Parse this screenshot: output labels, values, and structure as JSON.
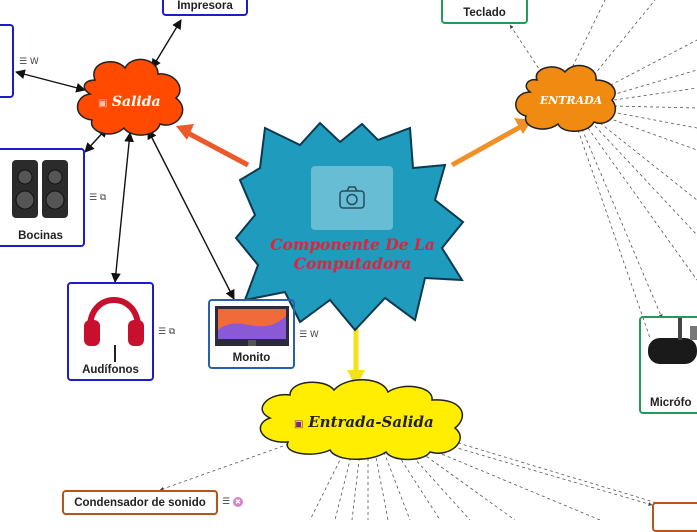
{
  "central": {
    "title_line1": "Componente De La",
    "title_line2": "Computadora"
  },
  "topics": {
    "salida": {
      "label": "Salida",
      "icon": "briefcase-icon"
    },
    "entrada": {
      "label": "ENTRADA"
    },
    "entrada_salida": {
      "label": "Entrada-Salida",
      "icon": "floppy-disk-icon"
    }
  },
  "nodes": {
    "impresora": "Impresora",
    "teclado": "Teclado",
    "bocinas": "Bocinas",
    "audifonos": "Audífonos",
    "monito": "Monito",
    "microfono": "Micrófo",
    "condensador": "Condensador de sonido"
  },
  "side_icons": {
    "notes_w": "☰ W",
    "notes_link": "☰ ⧉",
    "notes_x": "☰ ✖"
  },
  "colors": {
    "central": "#1f9bbd",
    "salida": "#ff4a00",
    "entrada": "#f08a10",
    "entrada_salida": "#ffee00",
    "title_red": "#e0233a",
    "blue_border": "#1c1cc8",
    "green_border": "#1f9c5a",
    "brown_border": "#b5551e"
  }
}
